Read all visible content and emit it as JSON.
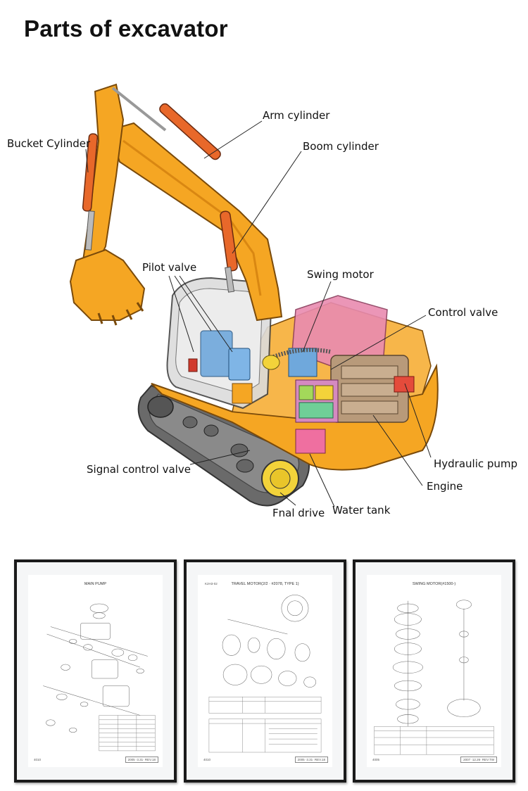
{
  "title": "Parts of excavator",
  "callouts": {
    "bucket_cylinder": "Bucket Cylinder",
    "arm_cylinder": "Arm cylinder",
    "boom_cylinder": "Boom cylinder",
    "pilot_valve": "Pilot valve",
    "swing_motor": "Swing motor",
    "control_valve": "Control valve",
    "signal_control_valve": "Signal control valve",
    "hydraulic_pump": "Hydraulic pump",
    "engine": "Engine",
    "final_drive": "Fnal drive",
    "water_tank": "Water tank"
  },
  "colors": {
    "machine": "#f5a623",
    "machine_shade": "#d98712",
    "cylinder": "#e8682a",
    "cab": "#dcdcdc",
    "track": "#6a6a6a",
    "pilot_blue": "#6fa8dc",
    "engine_brown": "#b89a7a",
    "pink": "#e98bb0",
    "final_drive": "#f3d33a"
  },
  "manuals": [
    {
      "title": "MAIN PUMP",
      "code": "",
      "footer_left": "4010",
      "footer_right": "2005 ·3.31· REV.18"
    },
    {
      "title": "TRAVEL MOTOR(2/2 · #2078, TYPE 1)",
      "code": "K2H3-02",
      "footer_left": "4010",
      "footer_right": "2005 ·3.31· REV.18"
    },
    {
      "title": "SWING MOTOR(#1500-)",
      "code": "",
      "footer_left": "4005",
      "footer_right": "2007 ·12.26· REV.TW"
    }
  ]
}
